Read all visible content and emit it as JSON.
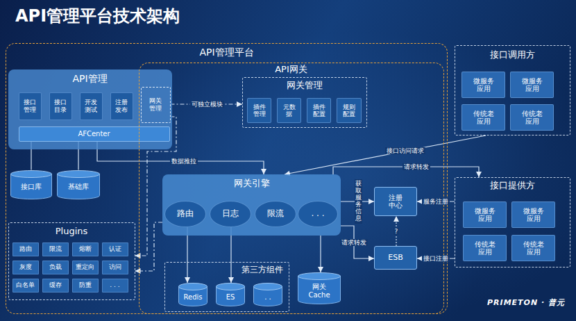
{
  "diagram": {
    "title": "API管理平台技术架构",
    "nodes": [
      {
        "text": [
          "API管理平台"
        ]
      },
      {
        "text": [
          "API管理"
        ],
        "in": 0
      },
      {
        "text": [
          "接口管理"
        ],
        "in": 1
      },
      {
        "text": [
          "接口目录"
        ],
        "in": 1
      },
      {
        "text": [
          "开发测试"
        ],
        "in": 1
      },
      {
        "text": [
          "注册发布"
        ],
        "in": 1
      },
      {
        "text": [
          "网关管理"
        ],
        "in": 1
      },
      {
        "text": [
          "AFCenter"
        ],
        "in": 1
      },
      {
        "text": [
          "API网关"
        ],
        "in": 0
      },
      {
        "text": [
          "网关管理"
        ],
        "in": 8
      },
      {
        "text": [
          "插件管理"
        ],
        "in": 9
      },
      {
        "text": [
          "元数据"
        ],
        "in": 9
      },
      {
        "text": [
          "插件配置"
        ],
        "in": 9
      },
      {
        "text": [
          "规则配置"
        ],
        "in": 9
      },
      {
        "text": [
          "接口库"
        ],
        "in": 0
      },
      {
        "text": [
          "基础库"
        ],
        "in": 0
      },
      {
        "text": [
          "网关引擎"
        ],
        "in": 8
      },
      {
        "text": [
          "路由"
        ],
        "in": 16
      },
      {
        "text": [
          "日志"
        ],
        "in": 16
      },
      {
        "text": [
          "限流"
        ],
        "in": 16
      },
      {
        "text": [
          ". . ."
        ],
        "in": 16
      },
      {
        "text": [
          "Plugins"
        ],
        "in": 0
      },
      {
        "text": [
          "路由"
        ],
        "in": 21
      },
      {
        "text": [
          "限流"
        ],
        "in": 21
      },
      {
        "text": [
          "熔断"
        ],
        "in": 21
      },
      {
        "text": [
          "认证"
        ],
        "in": 21
      },
      {
        "text": [
          "灰度"
        ],
        "in": 21
      },
      {
        "text": [
          "负载"
        ],
        "in": 21
      },
      {
        "text": [
          "重定向"
        ],
        "in": 21
      },
      {
        "text": [
          "访问"
        ],
        "in": 21
      },
      {
        "text": [
          "白名单"
        ],
        "in": 21
      },
      {
        "text": [
          "缓存"
        ],
        "in": 21
      },
      {
        "text": [
          "防重"
        ],
        "in": 21
      },
      {
        "text": [
          ". . ."
        ],
        "in": 21
      },
      {
        "text": [
          "第三方组件"
        ],
        "in": 8
      },
      {
        "text": [
          "Redis"
        ],
        "in": 34
      },
      {
        "text": [
          "ES"
        ],
        "in": 34
      },
      {
        "text": [
          ". ."
        ],
        "in": 34
      },
      {
        "text": [
          "网关Cache"
        ],
        "in": 8
      },
      {
        "text": [
          "注册中心"
        ],
        "in": 8
      },
      {
        "text": [
          "ESB"
        ],
        "in": 8
      },
      {
        "text": [
          "接口调用方"
        ]
      },
      {
        "text": [
          "微服务应用"
        ],
        "in": 41
      },
      {
        "text": [
          "微服务应用"
        ],
        "in": 41
      },
      {
        "text": [
          "传统老应用"
        ],
        "in": 41
      },
      {
        "text": [
          "传统老应用"
        ],
        "in": 41
      },
      {
        "text": [
          "接口提供方"
        ]
      },
      {
        "text": [
          "微服务应用"
        ],
        "in": 46
      },
      {
        "text": [
          "微服务应用"
        ],
        "in": 46
      },
      {
        "text": [
          "传统老应用"
        ],
        "in": 46
      },
      {
        "text": [
          "传统老应用"
        ],
        "in": 46
      }
    ],
    "edges": [
      {
        "from": 6,
        "to": 9,
        "arrow": "to",
        "label": "可独立模块"
      },
      {
        "from": 6,
        "to": 21,
        "arrow": "to"
      },
      {
        "from": 7,
        "to": 16,
        "arrow": "to",
        "label": "数据推拉"
      },
      {
        "from": 7,
        "to": 14,
        "arrow": "none"
      },
      {
        "from": 7,
        "to": 15,
        "arrow": "none"
      },
      {
        "from": 41,
        "to": 16,
        "arrow": "to",
        "label": "接口访问请求"
      },
      {
        "from": 16,
        "to": 39,
        "arrow": "to",
        "label": "获取服务信息"
      },
      {
        "from": 16,
        "to": 46,
        "arrow": "to",
        "label": "请求转发"
      },
      {
        "from": 16,
        "to": 40,
        "arrow": "to",
        "label": "请求转发"
      },
      {
        "from": 46,
        "to": 39,
        "arrow": "to",
        "label": "服务注册"
      },
      {
        "from": 46,
        "to": 40,
        "arrow": "to",
        "label": "接口注册"
      },
      {
        "from": 40,
        "to": 39,
        "arrow": "to",
        "label": "?"
      },
      {
        "from": 17,
        "to": 35,
        "arrow": "to"
      },
      {
        "from": 18,
        "to": 36,
        "arrow": "to"
      },
      {
        "from": 16,
        "to": 38,
        "arrow": "to"
      },
      {
        "from": 16,
        "to": 21,
        "arrow": "to"
      }
    ],
    "labels": [
      "PRIMETON · 普元"
    ]
  }
}
